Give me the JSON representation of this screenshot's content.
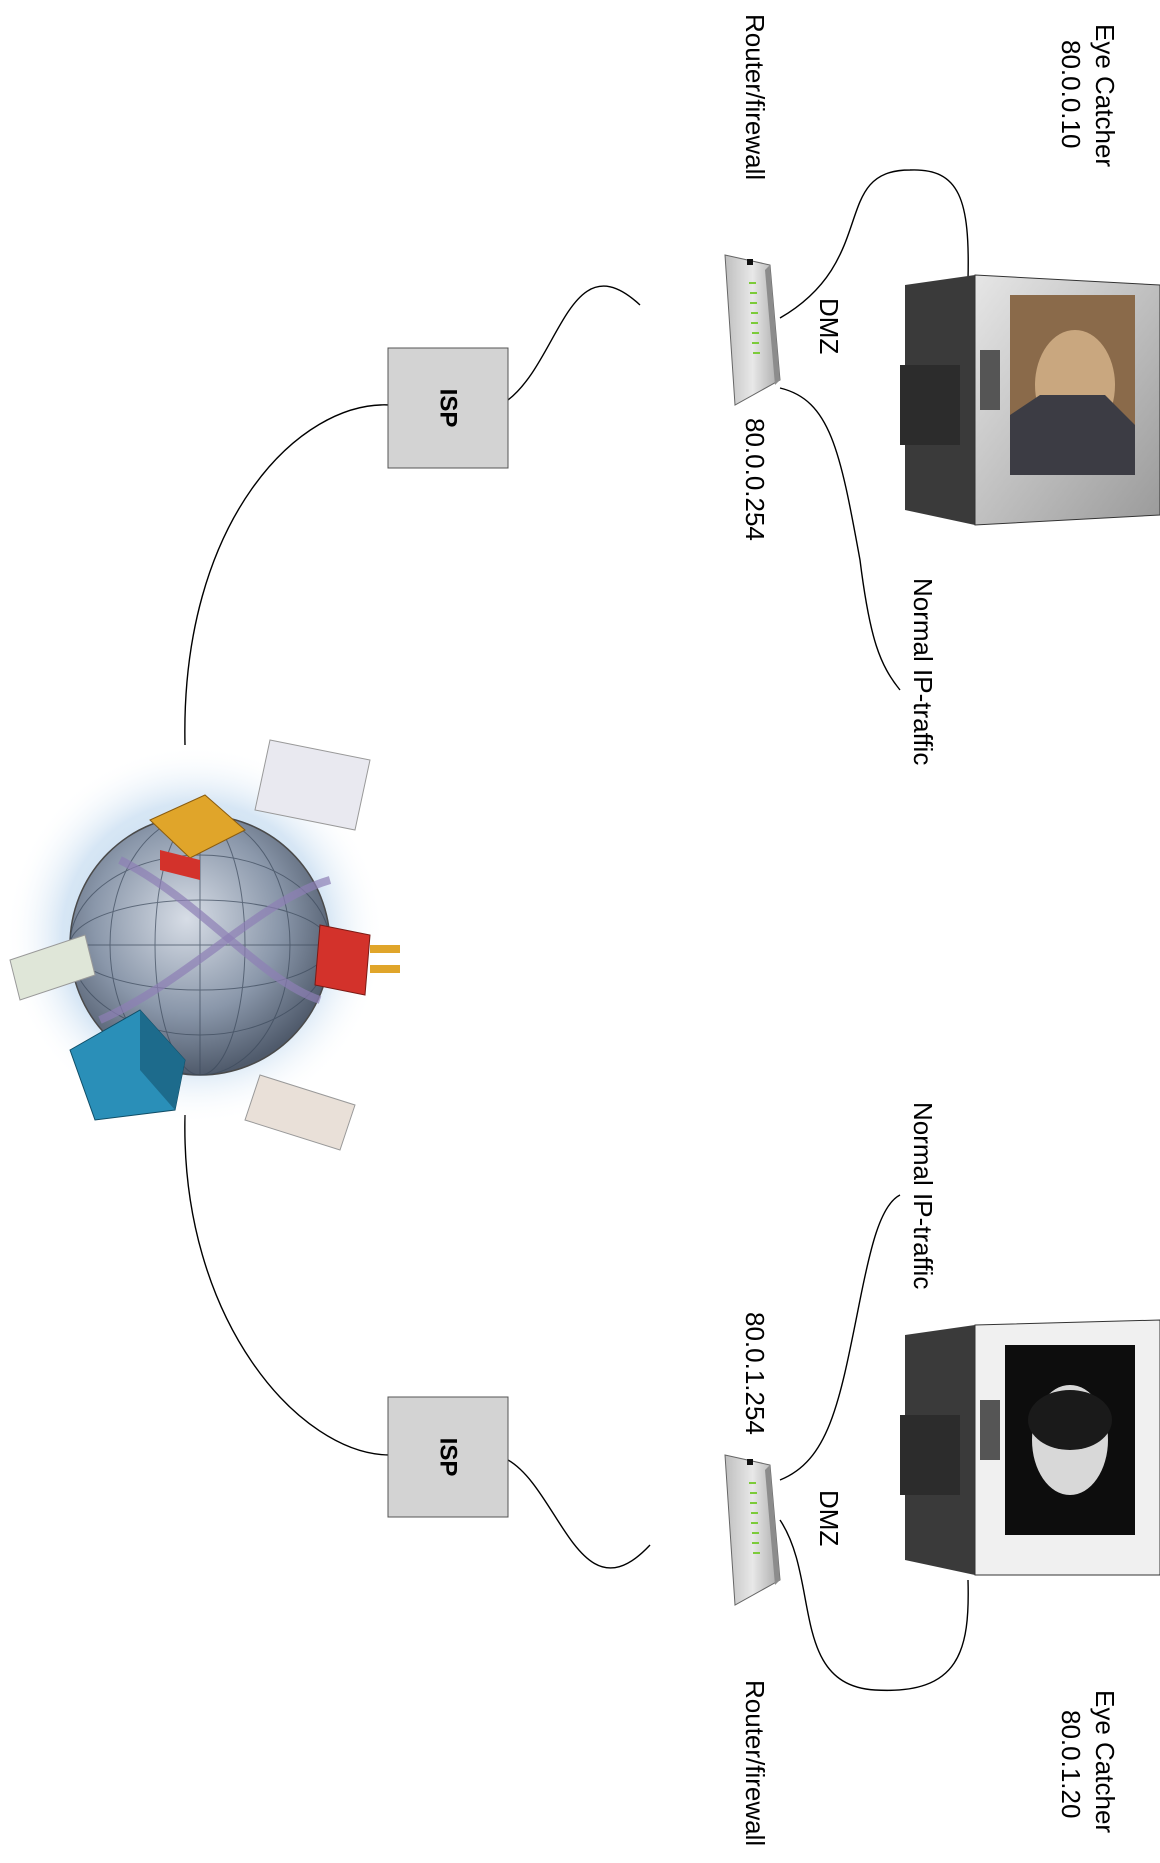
{
  "diagram": {
    "isp_label": "ISP",
    "router_label": "Router/firewall",
    "dmz_label": "DMZ",
    "normal_traffic_label": "Normal IP-traffic",
    "site_top": {
      "device_name": "Eye Catcher",
      "device_ip": "80.0.0.10",
      "router_ip": "80.0.0.254"
    },
    "site_bottom": {
      "device_name": "Eye Catcher",
      "device_ip": "80.0.1.20",
      "router_ip": "80.0.1.254"
    }
  },
  "colors": {
    "line": "#000000",
    "isp_fill": "#d3d3d3",
    "router_led": "#7ccb3a",
    "globe_ocean": "#7f8fa6",
    "building_blue": "#2a8fb8",
    "building_yellow": "#e0a52a",
    "building_red": "#d3322b"
  },
  "icons": [
    "globe-icon",
    "router-icon",
    "display-monitor-icon",
    "isp-box"
  ]
}
